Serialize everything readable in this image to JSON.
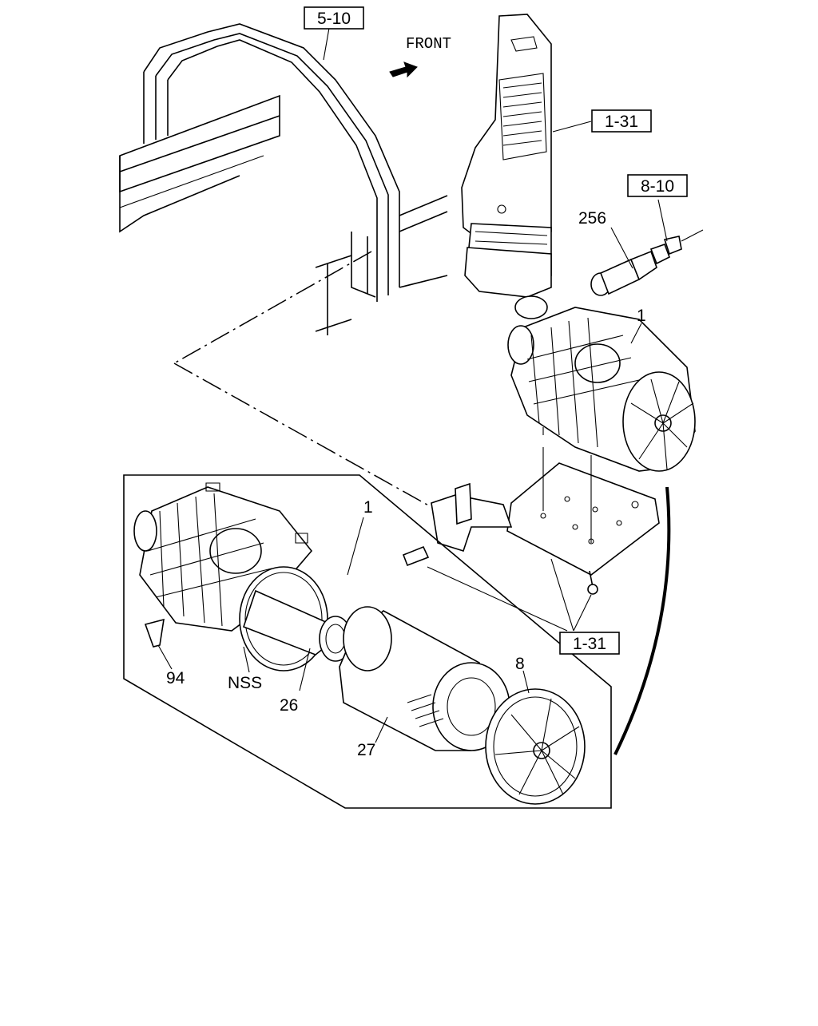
{
  "labels": {
    "ref_5_10": "5-10",
    "ref_1_31_top": "1-31",
    "ref_8_10": "8-10",
    "ref_1_31_bottom": "1-31",
    "front": "FRONT",
    "part_256": "256",
    "part_1_upper": "1",
    "part_1_lower": "1",
    "part_8": "8",
    "part_94": "94",
    "part_nss": "NSS",
    "part_26": "26",
    "part_27": "27"
  }
}
